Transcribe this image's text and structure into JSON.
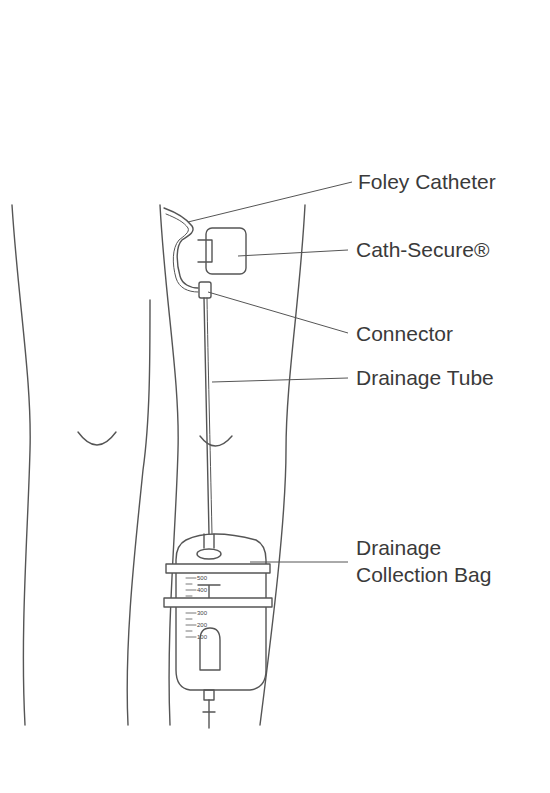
{
  "diagram": {
    "labels": [
      "Foley Catheter",
      "Cath-Secure®",
      "Connector",
      "Drainage Tube",
      "Drainage Collection Bag",
      "500",
      "400",
      "300",
      "200",
      "100"
    ]
  }
}
